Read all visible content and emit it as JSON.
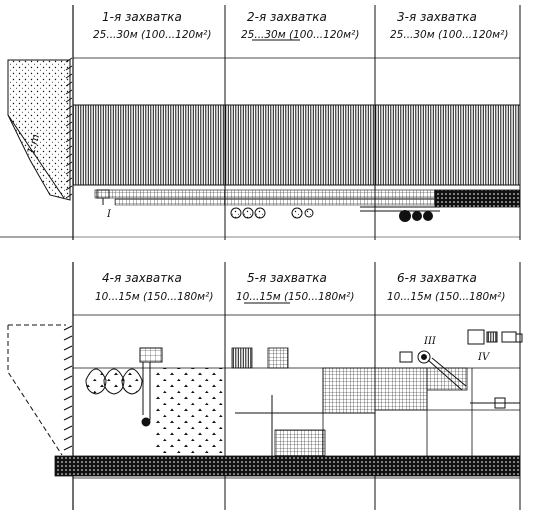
{
  "top_panel": {
    "zones": [
      {
        "title": "1-я  захватка",
        "size": "25...30м (100...120м²)"
      },
      {
        "title": "2-я  захватка",
        "size": "25...30м (100...120м²)"
      },
      {
        "title": "3-я  захватка",
        "size": "25...30м (100...120м²)"
      }
    ],
    "slope_label": "1:m",
    "machine_label": "I"
  },
  "bottom_panel": {
    "zones": [
      {
        "title": "4-я  захватка",
        "size": "10...15м (150...180м²)"
      },
      {
        "title": "5-я  захватка",
        "size": "10...15м (150...180м²)"
      },
      {
        "title": "6-я  захватка",
        "size": "10...15м (150...180м²)"
      }
    ],
    "machine_labels": [
      "III",
      "IV"
    ]
  },
  "colors": {
    "ink": "#111111",
    "paper": "#ffffff"
  }
}
